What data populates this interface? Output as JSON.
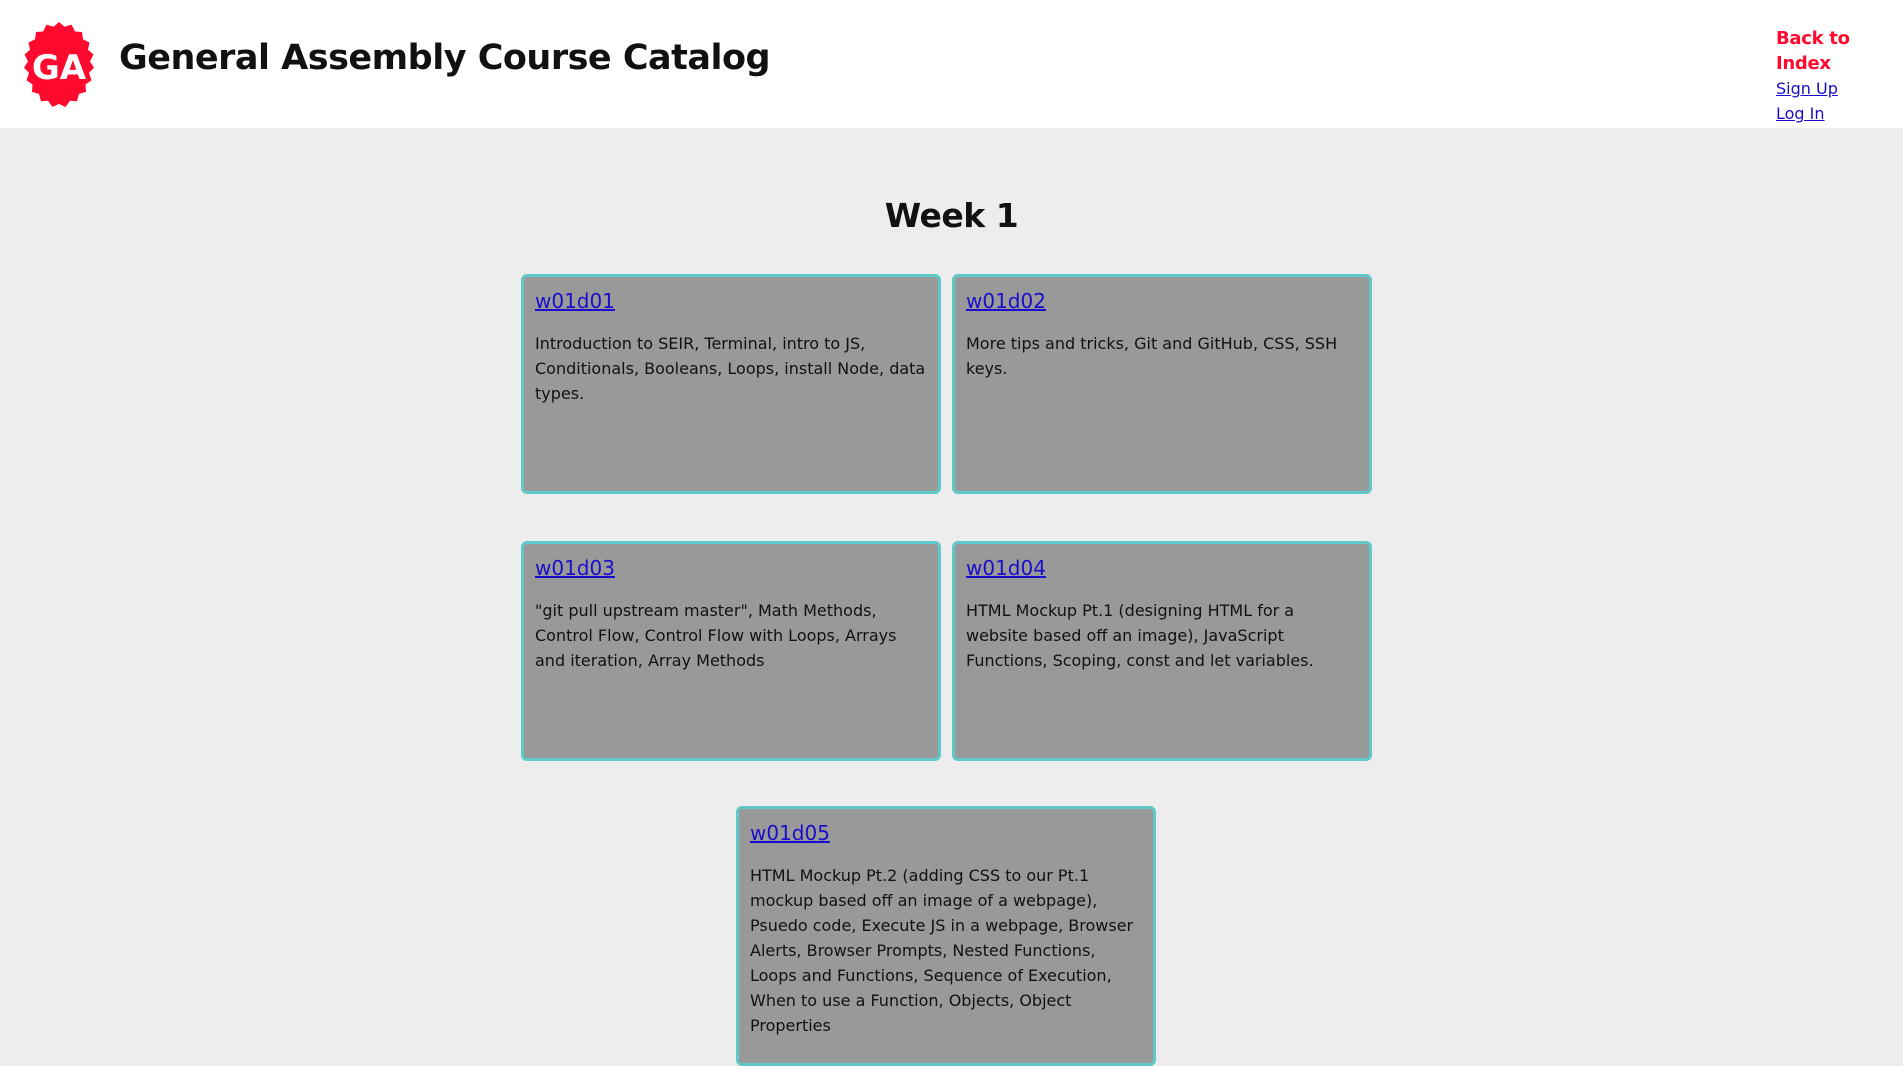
{
  "header": {
    "title": "General Assembly Course Catalog",
    "logo_text": "GA",
    "logo_color": "#ff0a2e"
  },
  "nav": {
    "back_label": "Back to Index",
    "signup_label": "Sign Up",
    "login_label": "Log In"
  },
  "main": {
    "week_title": "Week 1",
    "cards": [
      {
        "label": "w01d01",
        "description": "Introduction to SEIR, Terminal, intro to JS, Conditionals, Booleans, Loops, install Node, data types."
      },
      {
        "label": "w01d02",
        "description": "More tips and tricks, Git and GitHub, CSS, SSH keys."
      },
      {
        "label": "w01d03",
        "description": "\"git pull upstream master\", Math Methods, Control Flow, Control Flow with Loops, Arrays and iteration, Array Methods"
      },
      {
        "label": "w01d04",
        "description": "HTML Mockup Pt.1 (designing HTML for a website based off an image), JavaScript Functions, Scoping, const and let variables."
      },
      {
        "label": "w01d05",
        "description": "HTML Mockup Pt.2 (adding CSS to our Pt.1 mockup based off an image of a webpage), Psuedo code, Execute JS in a webpage, Browser Alerts, Browser Prompts, Nested Functions, Loops and Functions, Sequence of Execution, When to use a Function, Objects, Object Properties"
      }
    ]
  },
  "colors": {
    "header_bg": "#ffffff",
    "page_bg": "#ededed",
    "card_bg": "#999999",
    "card_border": "#5fc9c9",
    "link": "#1a0dcc",
    "accent": "#ff0a2e"
  }
}
